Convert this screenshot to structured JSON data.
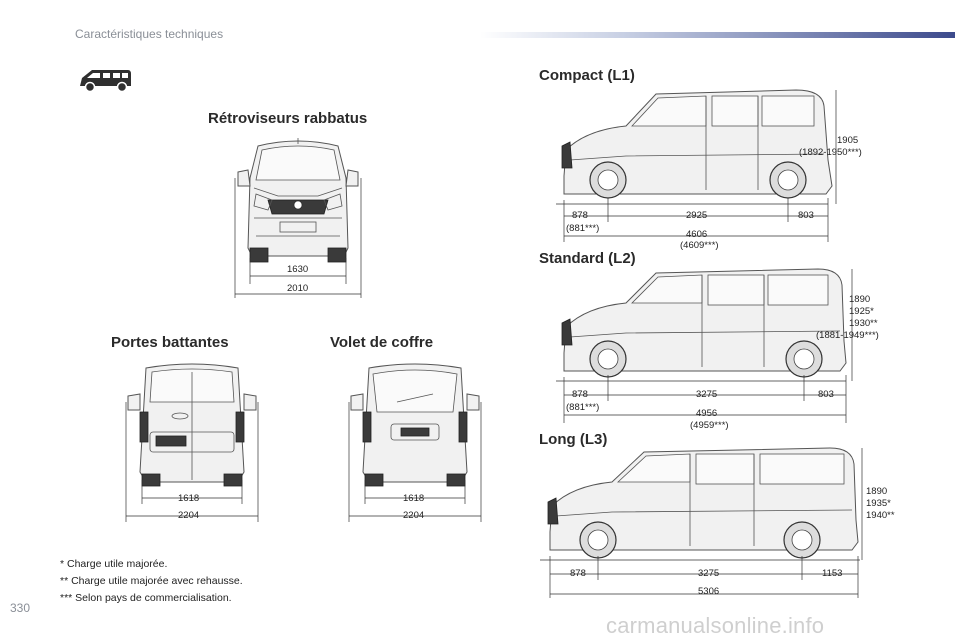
{
  "header": {
    "section_title": "Caractéristiques techniques"
  },
  "page_number": "330",
  "watermark": "carmanualsonline.info",
  "icons": {
    "van_icon": "van-pictogram-icon"
  },
  "front_view": {
    "title": "Rétroviseurs rabbatus",
    "dims": {
      "track_width": "1630",
      "mirror_width": "2010"
    }
  },
  "rear_doors": {
    "title": "Portes battantes",
    "dims": {
      "inner_width": "1618",
      "mirror_width": "2204"
    }
  },
  "tailgate": {
    "title": "Volet de coffre",
    "dims": {
      "inner_width": "1618",
      "mirror_width": "2204"
    }
  },
  "compact": {
    "title": "Compact (L1)",
    "dims": {
      "front_overhang": "878",
      "front_overhang_alt": "(881***)",
      "wheelbase": "2925",
      "rear_overhang": "803",
      "length": "4606",
      "length_alt": "(4609***)",
      "height_1": "1905",
      "height_alt": "(1892-1950***)"
    }
  },
  "standard": {
    "title": "Standard (L2)",
    "dims": {
      "front_overhang": "878",
      "front_overhang_alt": "(881***)",
      "wheelbase": "3275",
      "rear_overhang": "803",
      "length": "4956",
      "length_alt": "(4959***)",
      "height_1": "1890",
      "height_2": "1925*",
      "height_3": "1930**",
      "height_alt": "(1881-1949***)"
    }
  },
  "long": {
    "title": "Long (L3)",
    "dims": {
      "front_overhang": "878",
      "wheelbase": "3275",
      "rear_overhang": "1153",
      "length": "5306",
      "height_1": "1890",
      "height_2": "1935*",
      "height_3": "1940**"
    }
  },
  "footnotes": [
    "* Charge utile majorée.",
    "** Charge utile majorée avec rehausse.",
    "*** Selon pays de commercialisation."
  ]
}
